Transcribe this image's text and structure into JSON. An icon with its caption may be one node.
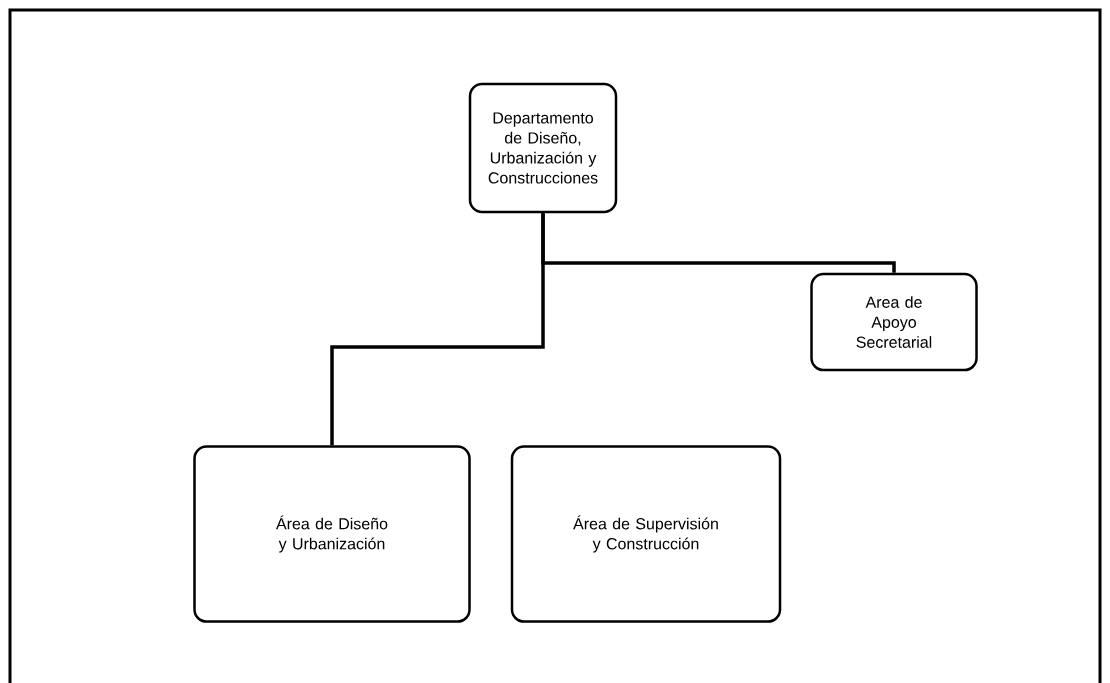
{
  "diagram": {
    "nodes": [
      {
        "text": [
          "Departamento de Diseño, Urbanización y Construcciones"
        ]
      },
      {
        "text": [
          "Area de Apoyo Secretarial"
        ]
      },
      {
        "text": [
          "Área de Diseño y Urbanización"
        ]
      },
      {
        "text": [
          "Área de Supervisión y Construcción"
        ]
      }
    ],
    "edges": [
      {
        "from": 0,
        "to": 2,
        "arrow": "none"
      },
      {
        "from": 0,
        "to": 1,
        "arrow": "none"
      }
    ]
  }
}
